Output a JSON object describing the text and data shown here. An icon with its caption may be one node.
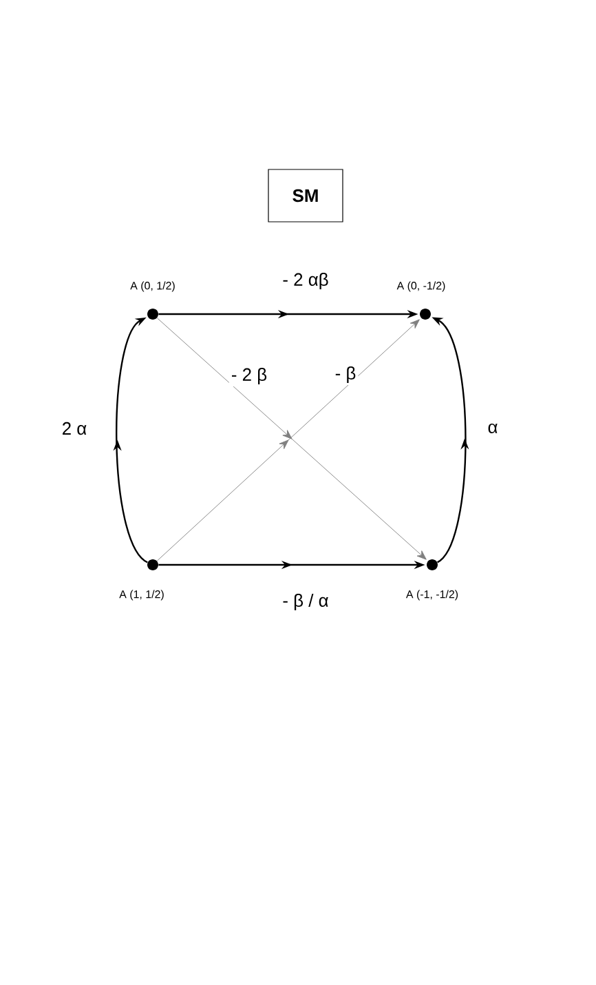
{
  "diagram": {
    "nodes": [
      {
        "text": [
          "SM"
        ]
      },
      {
        "text": [],
        "shape": "circle",
        "beside": [
          "A (0, 1/2)"
        ]
      },
      {
        "text": [],
        "shape": "circle",
        "beside": [
          "A (0, -1/2)"
        ]
      },
      {
        "text": [],
        "shape": "circle",
        "beside": [
          "A (1, 1/2)"
        ]
      },
      {
        "text": [],
        "shape": "circle",
        "beside": [
          "A (-1, -1/2)"
        ]
      }
    ],
    "edges": [
      {
        "from": 1,
        "to": 2,
        "arrow": "to",
        "label": "- 2 αβ"
      },
      {
        "from": 3,
        "to": 4,
        "arrow": "to",
        "label": "- β / α"
      },
      {
        "from": 3,
        "to": 1,
        "arrow": "to",
        "label": "2 α"
      },
      {
        "from": 4,
        "to": 2,
        "arrow": "to",
        "label": "α"
      },
      {
        "from": 1,
        "to": 4,
        "arrow": "to",
        "label": "- 2 β",
        "color": "#808080"
      },
      {
        "from": 3,
        "to": 2,
        "arrow": "to",
        "label": "- β",
        "color": "#808080"
      }
    ]
  }
}
